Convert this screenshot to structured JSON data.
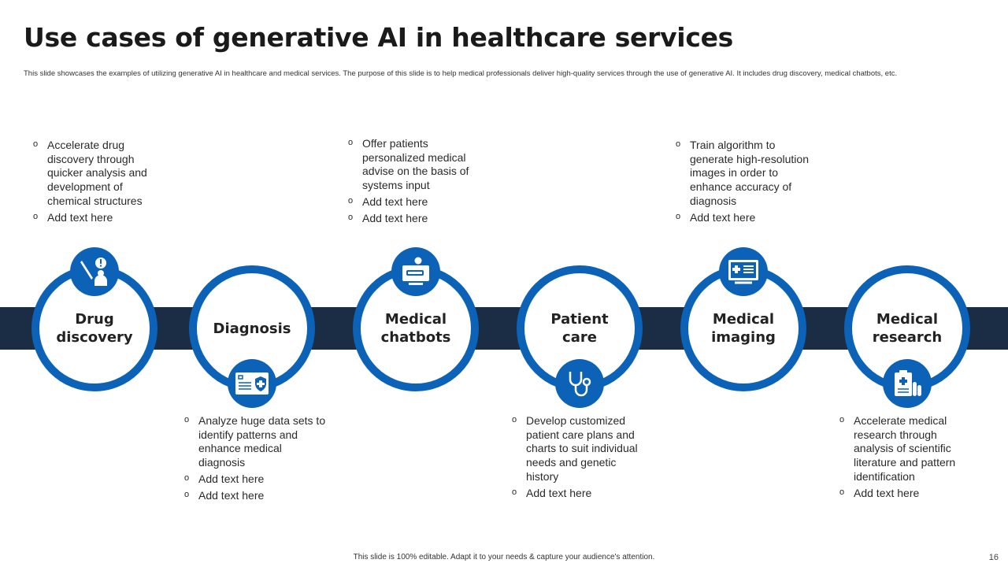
{
  "title": "Use cases of generative AI in healthcare services",
  "subtitle": "This slide showcases the examples of utilizing generative AI in healthcare and medical services. The purpose of this slide is to help medical professionals deliver high-quality services through the use of generative AI. It includes drug discovery, medical chatbots, etc.",
  "items": [
    {
      "label": "Drug discovery",
      "icon": "syringe-patient-icon",
      "points": [
        "Accelerate drug discovery through quicker analysis and development of chemical structures",
        "Add text here"
      ]
    },
    {
      "label": "Diagnosis",
      "icon": "medical-card-shield-icon",
      "points": [
        "Analyze huge data sets to identify patterns and enhance medical diagnosis",
        "Add text here",
        "Add text here"
      ]
    },
    {
      "label": "Medical chatbots",
      "icon": "doctor-screen-chat-icon",
      "points": [
        "Offer patients personalized medical advise on the basis of systems input",
        "Add text here",
        "Add text here"
      ]
    },
    {
      "label": "Patient care",
      "icon": "stethoscope-icon",
      "points": [
        "Develop customized patient care plans and charts to suit individual needs and genetic history",
        "Add text here"
      ]
    },
    {
      "label": "Medical imaging",
      "icon": "medical-monitor-icon",
      "points": [
        "Train algorithm to generate high-resolution images in order to enhance accuracy of diagnosis",
        "Add text here"
      ]
    },
    {
      "label": "Medical research",
      "icon": "clipboard-testtube-icon",
      "points": [
        "Accelerate medical research through analysis of scientific literature and pattern identification",
        "Add text here"
      ]
    }
  ],
  "footer": "This slide is 100% editable.  Adapt it to your needs & capture your audience's attention.",
  "page_number": "16",
  "colors": {
    "accent": "#0b62b7",
    "band": "#1b2d44"
  }
}
